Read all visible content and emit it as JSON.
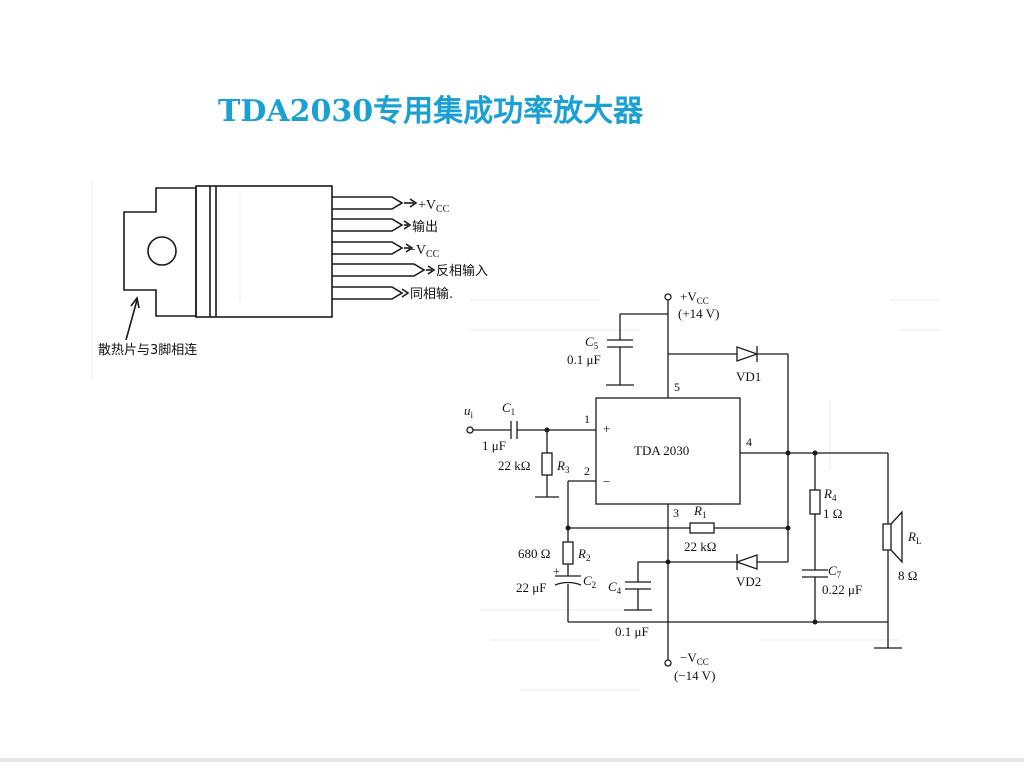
{
  "title": "TDA2030专用集成功率放大器",
  "colors": {
    "title": "#1aa0d2",
    "ink": "#1a1a1a",
    "ghost": "#d8d8d8",
    "bottom_rule": "#e5e5e5"
  },
  "package": {
    "pin_vcc_pos": "+V",
    "pin_output": "输出",
    "pin_vcc_neg": "−V",
    "pin_inv_input": "反相输入",
    "pin_noninv_input": "同相输.",
    "heatsink_note": "散热片与3脚相连",
    "vcc_sub": "CC"
  },
  "circuit": {
    "chip_label": "TDA 2030",
    "vcc_pos": "+V",
    "vcc_pos_value": "(+14 V)",
    "vcc_neg": "−V",
    "vcc_neg_value": "(−14 V)",
    "vcc_sub": "CC",
    "input": "u",
    "input_sub": "i",
    "pins": {
      "p1": "1",
      "p2": "2",
      "p3": "3",
      "p4": "4",
      "p5": "5",
      "plus": "+",
      "minus": "−"
    },
    "components": {
      "C1": {
        "name": "C",
        "sub": "1",
        "value": "1 μF"
      },
      "R3": {
        "name": "R",
        "sub": "3",
        "value": "22 kΩ"
      },
      "C5": {
        "name": "C",
        "sub": "5",
        "value": "0.1 μF"
      },
      "R1": {
        "name": "R",
        "sub": "1",
        "value": "22 kΩ"
      },
      "R2": {
        "name": "R",
        "sub": "2",
        "value": "680 Ω"
      },
      "C2": {
        "name": "C",
        "sub": "2",
        "value": "22 μF",
        "polarity": "+"
      },
      "C4": {
        "name": "C",
        "sub": "4",
        "value": "0.1 μF"
      },
      "R4": {
        "name": "R",
        "sub": "4",
        "value": "1 Ω"
      },
      "C7": {
        "name": "C",
        "sub": "7",
        "value": "0.22 μF"
      },
      "RL": {
        "name": "R",
        "sub": "L",
        "value": "8 Ω"
      },
      "VD1": {
        "name": "VD1"
      },
      "VD2": {
        "name": "VD2"
      }
    }
  }
}
